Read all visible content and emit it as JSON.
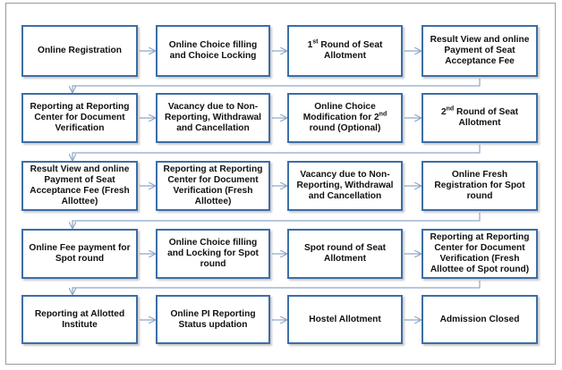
{
  "colors": {
    "box_border": "#3c6ea7",
    "arrow": "#8fa7c9",
    "frame_border": "#9a9a9a"
  },
  "steps": [
    {
      "label": "Online Registration"
    },
    {
      "label": "Online Choice filling and Choice Locking"
    },
    {
      "pre": "1",
      "sup": "st",
      "post": " Round of Seat Allotment"
    },
    {
      "label": "Result View and online Payment of Seat Acceptance Fee"
    },
    {
      "label": "Reporting at Reporting Center for Document Verification"
    },
    {
      "label": "Vacancy due to Non-Reporting, Withdrawal and Cancellation"
    },
    {
      "pre": "Online Choice Modification for 2",
      "sup": "nd",
      "post": " round (Optional)"
    },
    {
      "pre": "2",
      "sup": "nd",
      "post": " Round of Seat Allotment"
    },
    {
      "label": "Result View and online Payment of Seat Acceptance Fee (Fresh Allottee)"
    },
    {
      "label": "Reporting at Reporting Center for Document Verification (Fresh Allottee)"
    },
    {
      "label": "Vacancy due to Non-Reporting, Withdrawal and Cancellation"
    },
    {
      "label": "Online Fresh Registration for Spot round"
    },
    {
      "label": "Online Fee payment for Spot round"
    },
    {
      "label": "Online Choice filling and Locking for Spot round"
    },
    {
      "label": "Spot round of Seat Allotment"
    },
    {
      "label": "Reporting at Reporting Center for Document Verification (Fresh Allottee of Spot round)"
    },
    {
      "label": "Reporting at Allotted Institute"
    },
    {
      "label": "Online PI Reporting Status updation"
    },
    {
      "label": "Hostel Allotment"
    },
    {
      "label": "Admission Closed"
    }
  ]
}
